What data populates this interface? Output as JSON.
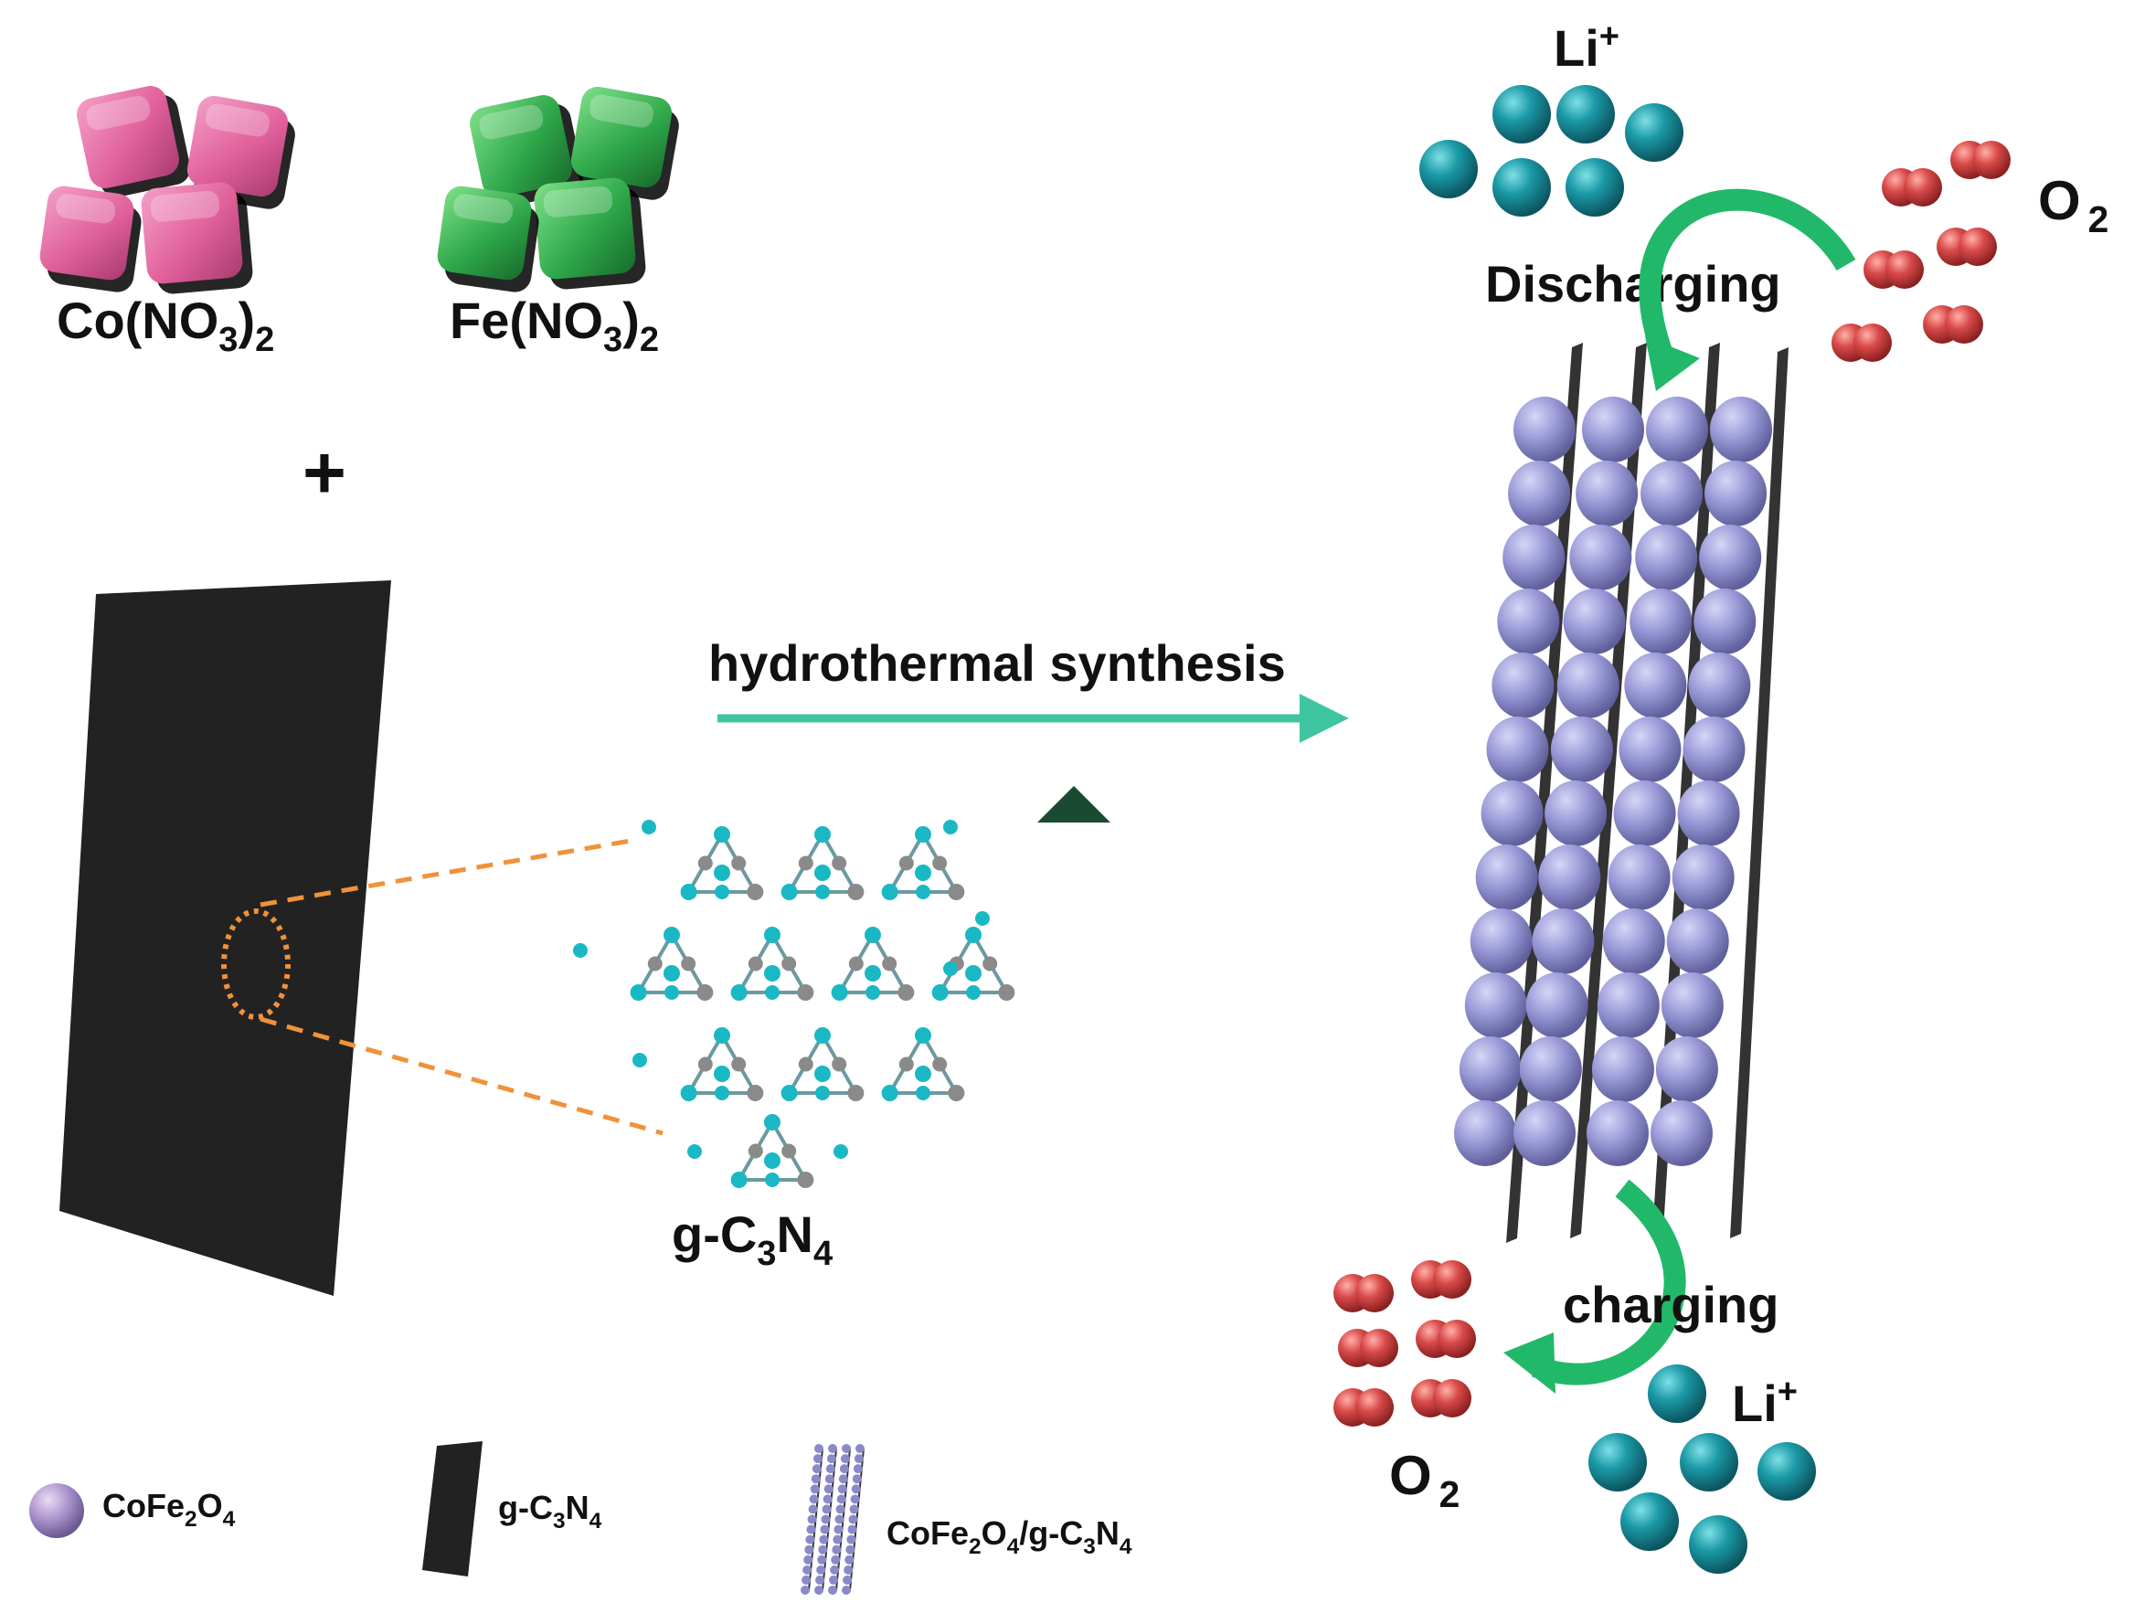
{
  "reagents": {
    "co_label": "Co(NO",
    "co_sub3": "3",
    "co_close": ")",
    "co_sub2": "2",
    "fe_label": "Fe(NO",
    "fe_sub3": "3",
    "fe_close": ")",
    "fe_sub2": "2",
    "plus": "+"
  },
  "process": {
    "arrow_label": "hydrothermal synthesis",
    "heat_symbol": "▲"
  },
  "structure": {
    "label_g": "g-C",
    "label_sub3": "3",
    "label_n": "N",
    "label_sub4": "4"
  },
  "battery": {
    "li_top": "Li",
    "li_top_sup": "+",
    "o2_top": "O",
    "o2_top_sub": "2",
    "discharging": "Discharging",
    "charging": "charging",
    "li_bottom": "Li",
    "li_bottom_sup": "+",
    "o2_bottom": "O",
    "o2_bottom_sub": "2"
  },
  "legend": {
    "cofe_a": "CoFe",
    "cofe_s2": "2",
    "cofe_b": "O",
    "cofe_s4": "4",
    "gcn_a": "g-C",
    "gcn_s3": "3",
    "gcn_b": "N",
    "gcn_s4": "4",
    "comp_a": "CoFe",
    "comp_s2": "2",
    "comp_b": "O",
    "comp_s4": "4",
    "comp_c": "/g-C",
    "comp_s3": "3",
    "comp_d": "N",
    "comp_s4b": "4"
  },
  "colors": {
    "co_cube": "#e0609a",
    "fe_cube": "#2fa84a",
    "sheet": "#222222",
    "plus": "#f0923a",
    "zoom": "#f0923a",
    "arrow": "#3fc6a0",
    "curve_arrow": "#22b86a",
    "heat": "#1a4a32",
    "li_ion": "#1a9aa6",
    "o2": "#d94a4a",
    "cofe2o4": "#9a9ad8",
    "nitrogen": "#1ab8c4",
    "carbon": "#8a8a8a"
  }
}
